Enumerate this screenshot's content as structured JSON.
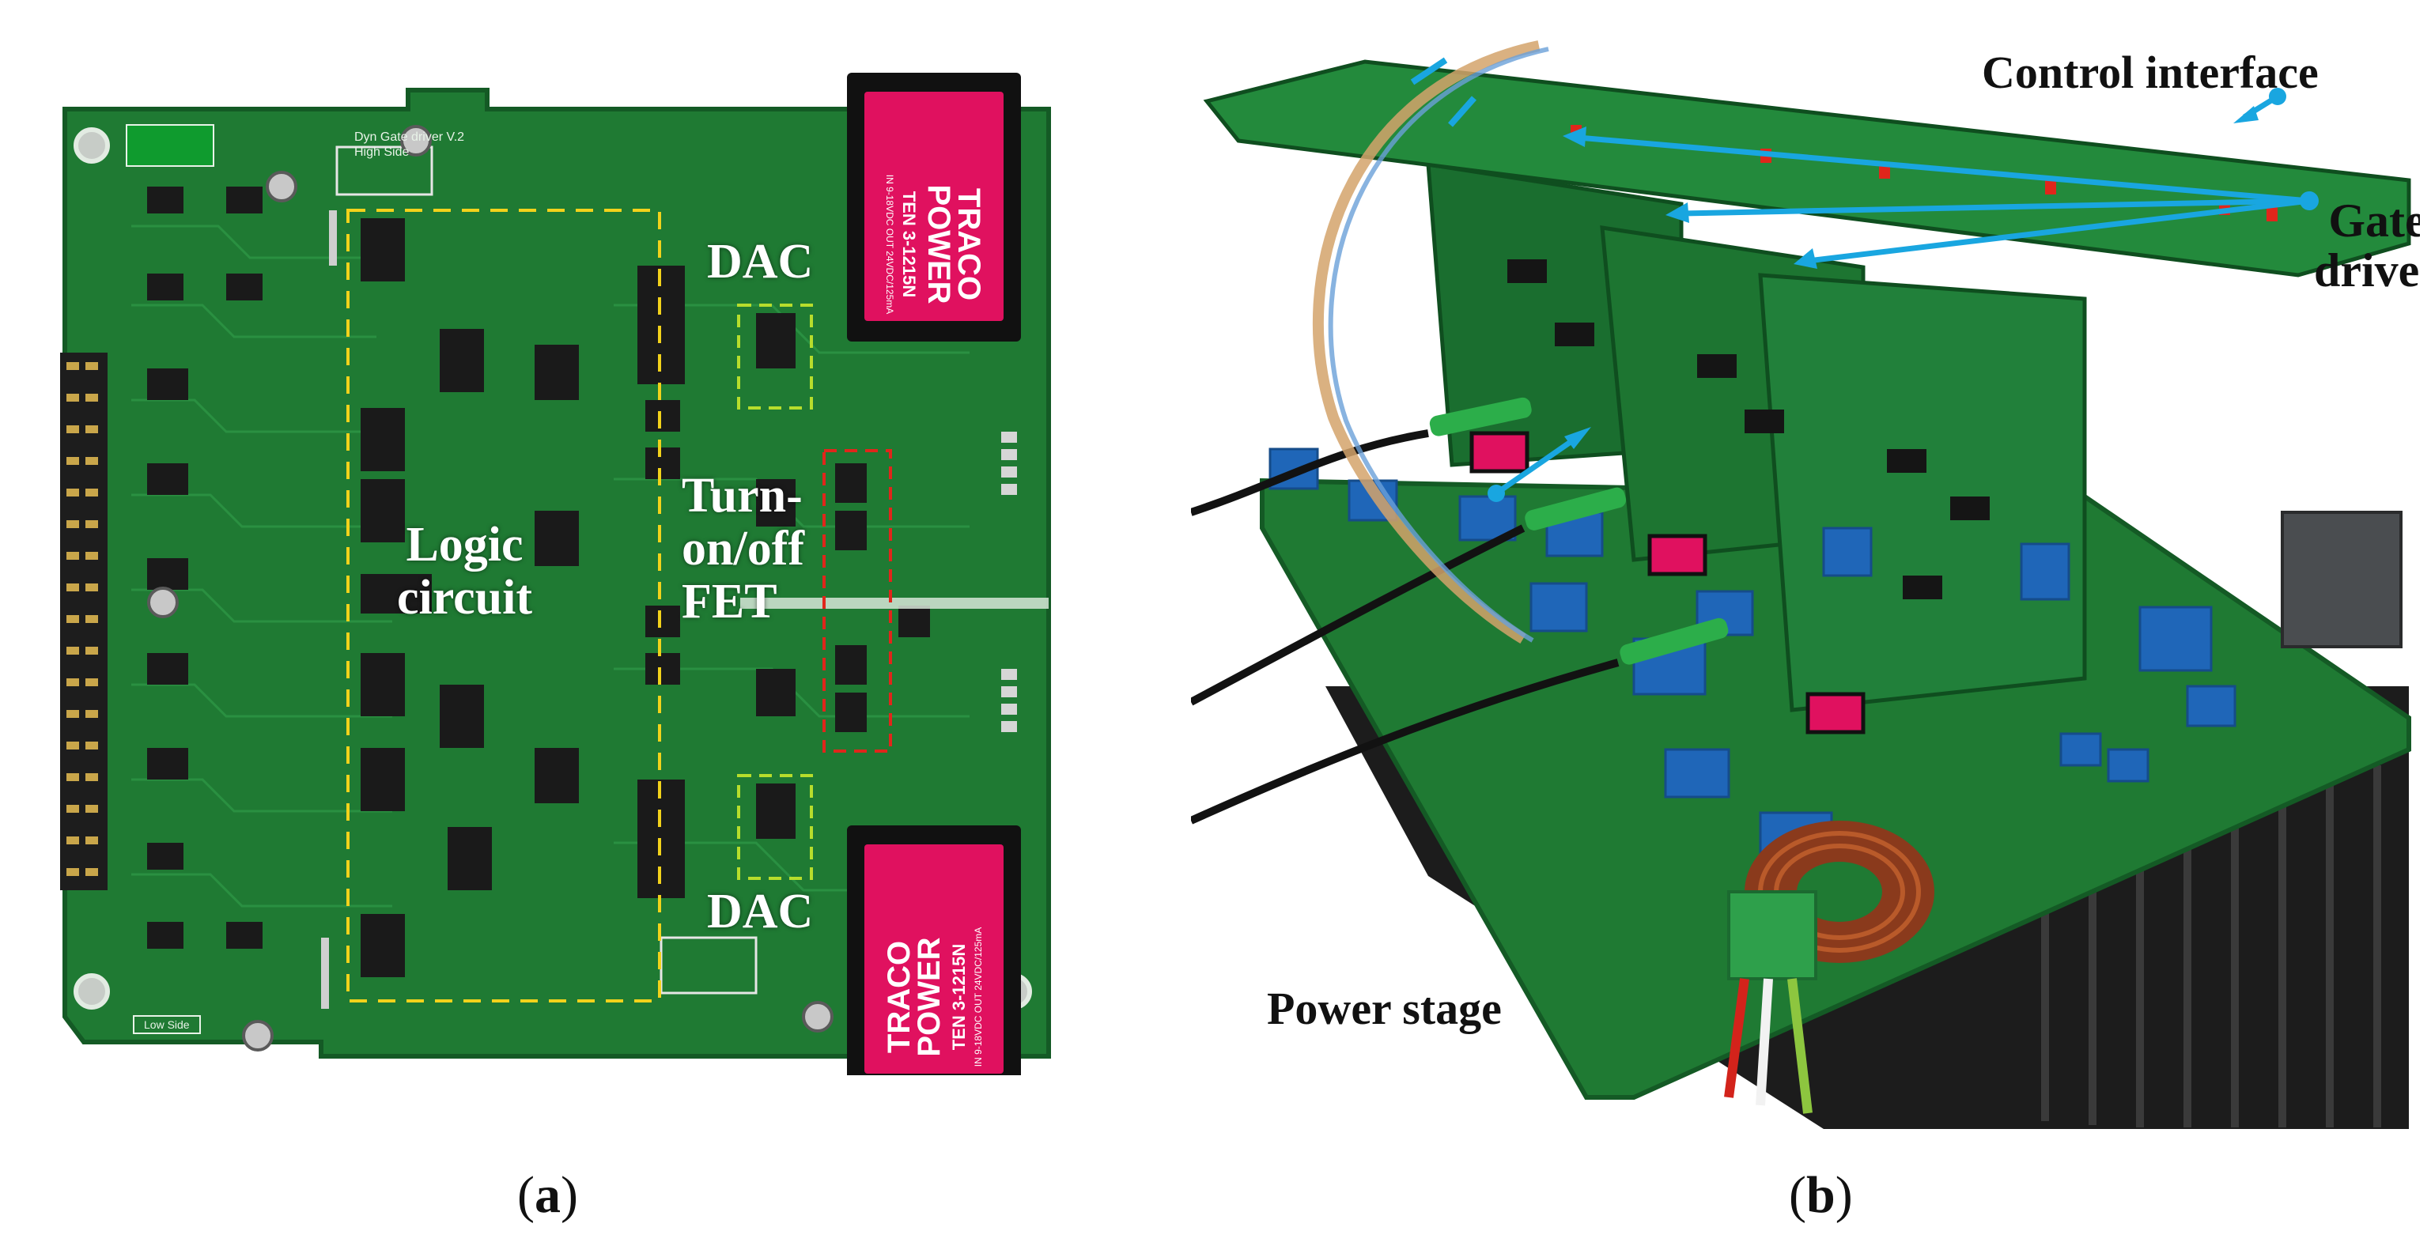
{
  "panel_a": {
    "caption_letter": "a",
    "labels": {
      "dac_top": "DAC",
      "dac_bottom": "DAC",
      "turn_line1": "Turn-",
      "turn_line2": "on/off",
      "turn_line3": "FET",
      "logic_line1": "Logic",
      "logic_line2": "circuit"
    },
    "silkscreen": {
      "title_line1": "Dyn Gate driver V.2",
      "title_line2": "High Side",
      "low_side": "Low Side"
    },
    "module_top": {
      "brand_line1": "TRACO",
      "brand_line2": "POWER",
      "part": "TEN 3-1215N",
      "rating": "IN 9-18VDC OUT 24VDC/125mA"
    },
    "module_bottom": {
      "brand_line1": "TRACO",
      "brand_line2": "POWER",
      "part": "TEN 3-1215N",
      "rating": "IN 9-18VDC OUT 24VDC/125mA"
    }
  },
  "panel_b": {
    "caption_letter": "b",
    "callouts": {
      "control_interface": "Control interface",
      "gate_line1": "Gate",
      "gate_line2": "driver",
      "power_stage": "Power stage"
    }
  },
  "colors": {
    "pcb": "#1f7a33",
    "pcb_dark": "#145a25",
    "arrow": "#19a6e0",
    "module": "#e0115f",
    "dash_yellow": "#f2d21b",
    "dash_red": "#e0261b",
    "dash_green": "#b7dd2c"
  }
}
